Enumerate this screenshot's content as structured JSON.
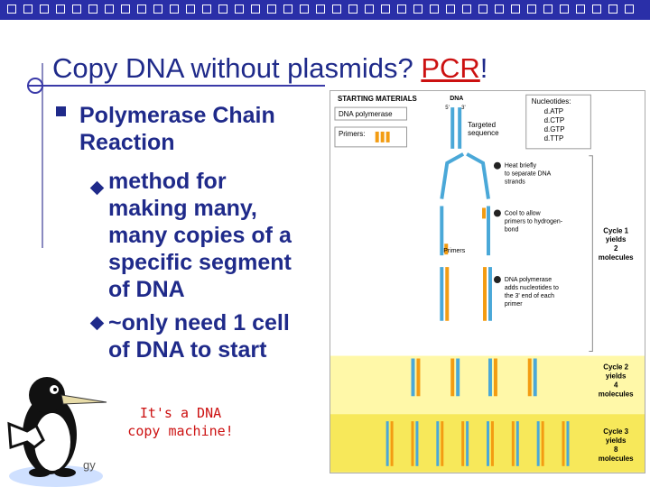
{
  "slide": {
    "title_main": "Copy DNA without plasmids? ",
    "title_accent": "PCR",
    "title_end": "!",
    "bullet_main_line1": "Polymerase Chain",
    "bullet_main_line2": "Reaction",
    "sub1_lines": [
      "method for",
      "making many,",
      "many copies of a",
      "specific segment",
      "of DNA"
    ],
    "sub2_lines": [
      "~only need 1 cell",
      "of DNA to start"
    ],
    "quote_line1": "It's a DNA",
    "quote_line2": "copy machine!",
    "footer": "gy"
  },
  "diagram": {
    "starting_materials": "STARTING MATERIALS",
    "dna_label": "DNA",
    "five_prime": "5'",
    "three_prime": "3'",
    "dna_polymerase": "DNA polymerase",
    "primers": "Primers:",
    "targeted": "Targeted",
    "sequence": "sequence",
    "nucleotides_title": "Nucleotides:",
    "nucleotides": [
      "d.ATP",
      "d.CTP",
      "d.GTP",
      "d.TTP"
    ],
    "step1": [
      "Heat briefly",
      "to separate DNA",
      "strands"
    ],
    "step2": [
      "Cool to allow",
      "primers to hydrogen-",
      "bond"
    ],
    "step3": [
      "DNA polymerase",
      "adds nucleotides to",
      "the 3' end of each",
      "primer"
    ],
    "primers_label": "Primers",
    "cycle1": [
      "Cycle 1",
      "yields",
      "2",
      "molecules"
    ],
    "cycle2": [
      "Cycle 2",
      "yields",
      "4",
      "molecules"
    ],
    "cycle3": [
      "Cycle 3",
      "yields",
      "8",
      "molecules"
    ]
  }
}
